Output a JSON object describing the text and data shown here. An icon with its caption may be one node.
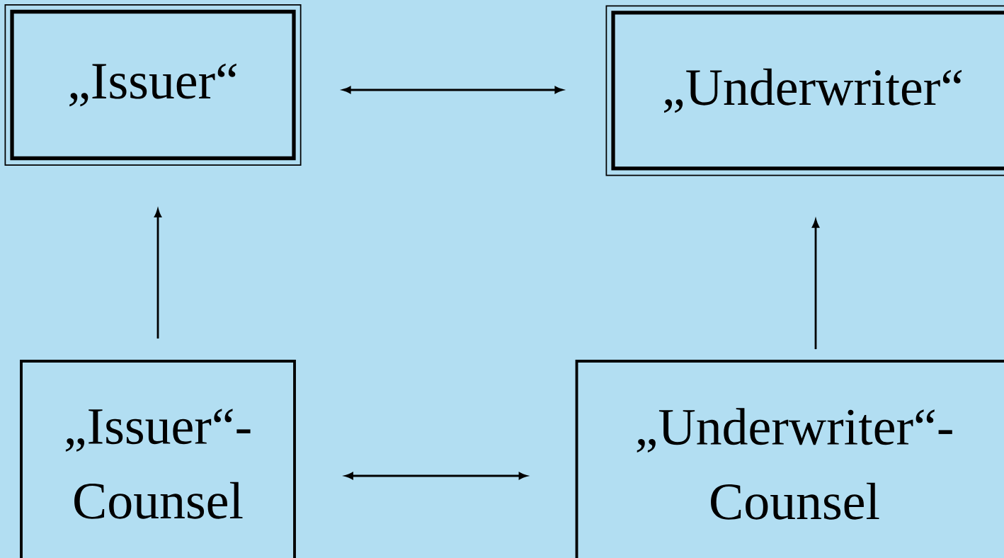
{
  "diagram": {
    "nodes": [
      {
        "text": [
          "„Issuer“"
        ]
      },
      {
        "text": [
          "„Underwriter“"
        ]
      },
      {
        "text": [
          "„Issuer“- Counsel"
        ]
      },
      {
        "text": [
          "„Underwriter“- Counsel"
        ]
      }
    ],
    "edges": [
      {
        "from": 0,
        "to": 1,
        "arrow": "both"
      },
      {
        "from": 2,
        "to": 0,
        "arrow": "to"
      },
      {
        "from": 3,
        "to": 1,
        "arrow": "to"
      },
      {
        "from": 2,
        "to": 3,
        "arrow": "both"
      }
    ]
  }
}
